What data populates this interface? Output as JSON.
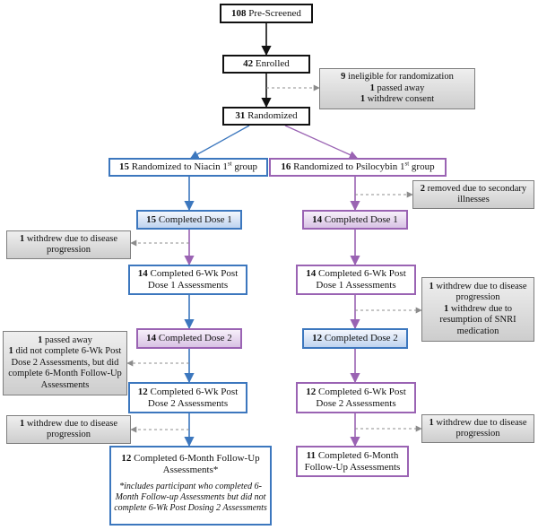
{
  "pre_screened": {
    "n": "108",
    "label": "Pre-Screened"
  },
  "enrolled": {
    "n": "42",
    "label": "Enrolled"
  },
  "exclusions": {
    "n1": "9",
    "t1": "ineligible for randomization",
    "n2": "1",
    "t2": "passed away",
    "n3": "1",
    "t3": "withdrew consent"
  },
  "randomized": {
    "n": "31",
    "label": "Randomized"
  },
  "niacin_arm": {
    "group": {
      "n": "15",
      "label": "Randomized to Niacin 1",
      "sup": "st",
      "tail": " group"
    },
    "dose1": {
      "n": "15",
      "label": "Completed Dose 1"
    },
    "withdrew1": {
      "n": "1",
      "label": "withdrew due to disease progression"
    },
    "wk6_1": {
      "n": "14",
      "label": "Completed 6-Wk Post Dose 1 Assessments"
    },
    "dose2": {
      "n": "14",
      "label": "Completed Dose 2"
    },
    "loss2": {
      "n1": "1",
      "t1": "passed away",
      "n2": "1",
      "t2": "did not complete 6-Wk Post Dose 2 Assessments, but did complete 6-Month Follow-Up Assessments"
    },
    "wk6_2": {
      "n": "12",
      "label": "Completed 6-Wk Post Dose 2 Assessments"
    },
    "withdrew3": {
      "n": "1",
      "label": "withdrew due to disease progression"
    },
    "m6": {
      "n": "12",
      "label": "Completed 6-Month Follow-Up Assessments*"
    },
    "m6_note": "*includes participant who completed 6-Month Follow-up Assessments but did not complete 6-Wk Post Dosing 2 Assessments"
  },
  "psilocybin_arm": {
    "group": {
      "n": "16",
      "label": "Randomized to Psilocybin 1",
      "sup": "st",
      "tail": " group"
    },
    "removed": {
      "n": "2",
      "label": "removed due to secondary illnesses"
    },
    "dose1": {
      "n": "14",
      "label": "Completed Dose 1"
    },
    "wk6_1": {
      "n": "14",
      "label": "Completed 6-Wk Post Dose 1 Assessments"
    },
    "loss1": {
      "n1": "1",
      "t1": "withdrew due to disease progression",
      "n2": "1",
      "t2": "withdrew due to resumption of SNRI medication"
    },
    "dose2": {
      "n": "12",
      "label": "Completed Dose 2"
    },
    "wk6_2": {
      "n": "12",
      "label": "Completed 6-Wk Post Dose 2 Assessments"
    },
    "withdrew3": {
      "n": "1",
      "label": "withdrew due to disease progression"
    },
    "m6": {
      "n": "11",
      "label": "Completed 6-Month Follow-Up Assessments"
    }
  }
}
